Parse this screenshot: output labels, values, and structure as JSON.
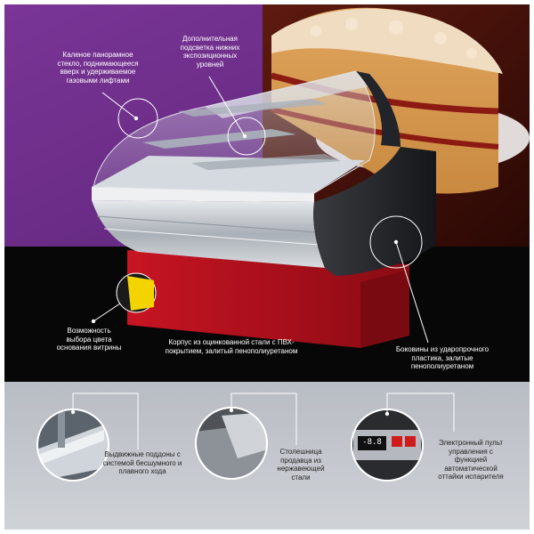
{
  "colors": {
    "purple": "#6a2a86",
    "black": "#070707",
    "red_base": "#b3101c",
    "gray_panel": "#bfc3c9",
    "accent_yellow": "#f3d400"
  },
  "callouts": {
    "glass": "Каленое панорамное стекло, поднимающееся вверх и удерживаемое газовыми лифтами",
    "lighting": "Дополнительная подсветка нижних экспозиционных уровней",
    "base_color": "Возможность выбора цвета основания витрины",
    "body": "Корпус из оцинкованной стали с ПВХ-покрытием, залитый пенополиуретаном",
    "sides": "Боковины из ударопрочного пластика, залитые пенополиуретаном"
  },
  "features": [
    {
      "icon": "tray-drawer-icon",
      "text": "Выдвижные поддоны с системой бесшумного и плавного хода"
    },
    {
      "icon": "steel-countertop-icon",
      "text": "Столешница продавца из нержавеющей стали"
    },
    {
      "icon": "control-panel-icon",
      "text": "Электронный пульт управления с функцией автоматической оттайки испарителя"
    }
  ],
  "control_panel": {
    "display": "-8.8"
  }
}
